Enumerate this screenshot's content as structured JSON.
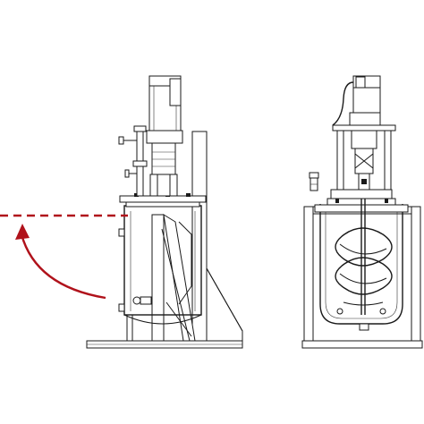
{
  "figure": {
    "views": [
      "side-view-tilting",
      "front-view-section"
    ],
    "accent_color": "#b0121b",
    "line_color": "#1a1a1a",
    "background": "#ffffff",
    "indicator": {
      "style": "dashed-horizontal-line-with-curved-arrow",
      "meaning": "tilt"
    }
  }
}
